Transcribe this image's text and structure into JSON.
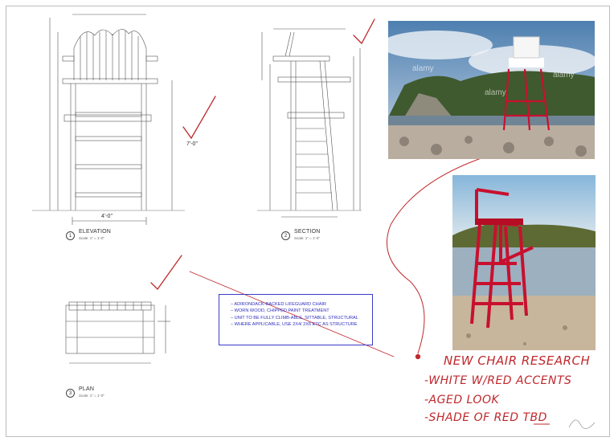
{
  "views": [
    {
      "number": "1",
      "title": "ELEVATION",
      "scale": "Scale: 1\" = 1'-0\""
    },
    {
      "number": "2",
      "title": "SECTION",
      "scale": "Scale: 1\" = 1'-0\""
    },
    {
      "number": "3",
      "title": "PLAN",
      "scale": "Scale: 1\" = 1'-0\""
    }
  ],
  "dimensions": {
    "elevation_height": "7'-0\"",
    "elevation_width": "4'-0\""
  },
  "notes": [
    "– ADIRONDACK-BACKED LIFEGUARD CHAIR",
    "– WORN WOOD, CHIPPED PAINT TREATMENT",
    "– UNIT TO BE FULLY CLIMB-ABLE, SITTABLE, STRUCTURAL",
    "– WHERE APPLICABLE, USE 2X4/ 2X6 ETC AS STRUCTURE"
  ],
  "photos": {
    "top_watermark": "alamy"
  },
  "handwritten": {
    "heading": "NEW CHAIR RESEARCH",
    "items": [
      "-WHITE W/RED ACCENTS",
      "-AGED LOOK",
      "-SHADE OF RED TBD"
    ]
  },
  "colors": {
    "markup_red": "#c0282c",
    "note_blue": "#2f2fc0",
    "chair_red": "#c8102e"
  }
}
